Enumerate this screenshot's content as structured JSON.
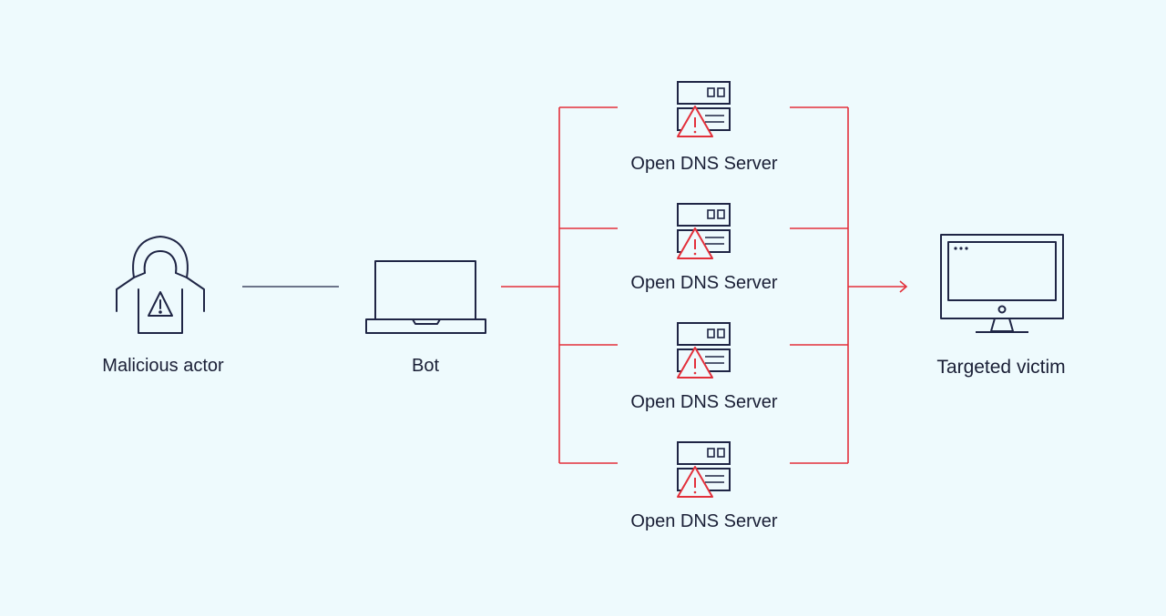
{
  "nodes": {
    "actor": {
      "label": "Malicious actor",
      "icon": "hooded-hacker-icon"
    },
    "bot": {
      "label": "Bot",
      "icon": "laptop-icon"
    },
    "servers": [
      {
        "label": "Open DNS Server",
        "icon": "dns-server-warning-icon"
      },
      {
        "label": "Open DNS Server",
        "icon": "dns-server-warning-icon"
      },
      {
        "label": "Open DNS Server",
        "icon": "dns-server-warning-icon"
      },
      {
        "label": "Open DNS Server",
        "icon": "dns-server-warning-icon"
      }
    ],
    "victim": {
      "label": "Targeted victim",
      "icon": "monitor-icon"
    }
  },
  "colors": {
    "background": "#eefafd",
    "icon_stroke": "#1f2545",
    "attack_red": "#e3303b",
    "neutral_line": "#1f2545"
  }
}
